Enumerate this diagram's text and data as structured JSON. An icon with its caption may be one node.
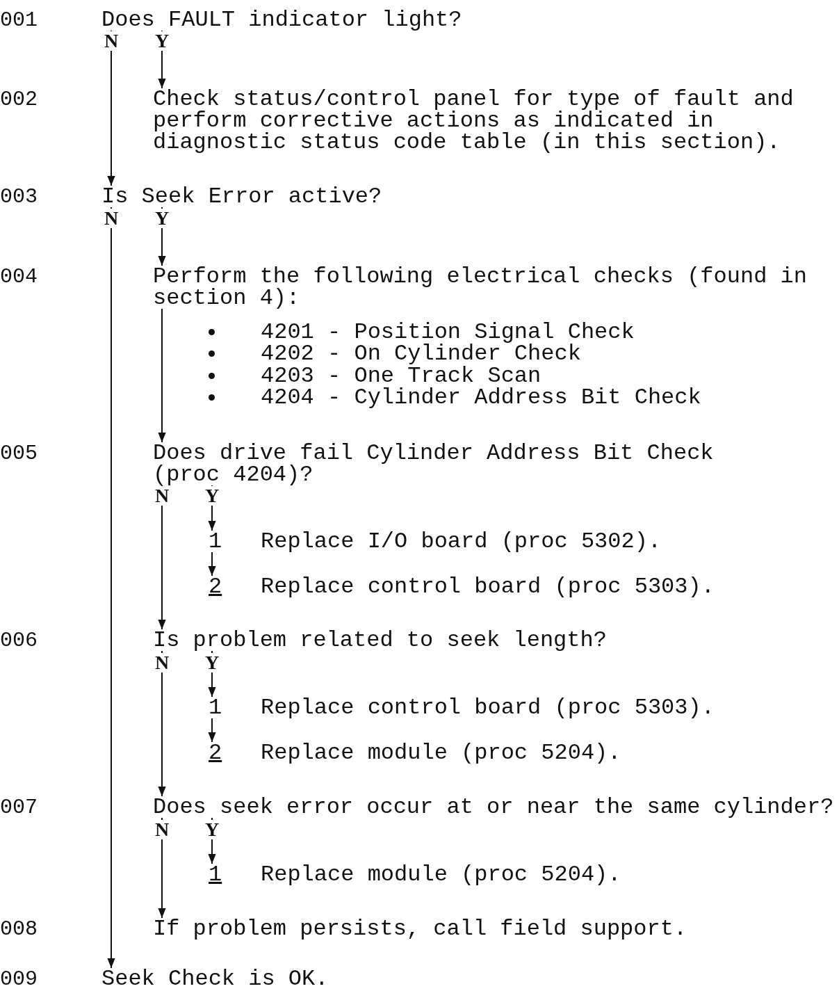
{
  "diagram": {
    "nodes": [
      {
        "text": [
          "Does FAULT indicator light?"
        ]
      },
      {
        "text": [
          "Check status/control panel for type of fault and perform corrective actions as indicated in diagnostic status code table (in this section)."
        ]
      },
      {
        "text": [
          "Is Seek Error active?"
        ]
      },
      {
        "text": [
          "Perform the following electrical checks (found in section 4):"
        ]
      },
      {
        "text": [
          "Does drive fail Cylinder Address Bit Check (proc 4204)?"
        ]
      },
      {
        "text": [
          "Replace I/O board (proc 5302)."
        ],
        "beside": [
          "1"
        ]
      },
      {
        "text": [
          "Replace control board (proc 5303)."
        ],
        "beside": [
          "2"
        ]
      },
      {
        "text": [
          "Is problem related to seek length?"
        ]
      },
      {
        "text": [
          "Replace control board (proc 5303)."
        ],
        "beside": [
          "1"
        ]
      },
      {
        "text": [
          "Replace module (proc 5204)."
        ],
        "beside": [
          "2"
        ]
      },
      {
        "text": [
          "Does seek error occur at or near the same cylinder?"
        ]
      },
      {
        "text": [
          "Replace module (proc 5204)."
        ],
        "beside": [
          "1"
        ]
      },
      {
        "text": [
          "If problem persists, call field support."
        ]
      },
      {
        "text": [
          "Seek Check is OK."
        ]
      }
    ],
    "edges": [
      {
        "from": 0,
        "to": 2,
        "arrow": "to",
        "label": "N"
      },
      {
        "from": 0,
        "to": 1,
        "arrow": "to",
        "label": "Y"
      },
      {
        "from": 2,
        "to": 13,
        "arrow": "to",
        "label": "N"
      },
      {
        "from": 2,
        "to": 3,
        "arrow": "to",
        "label": "Y"
      },
      {
        "from": 3,
        "to": 4,
        "arrow": "to"
      },
      {
        "from": 4,
        "to": 7,
        "arrow": "to",
        "label": "N"
      },
      {
        "from": 4,
        "to": 5,
        "arrow": "to",
        "label": "Y"
      },
      {
        "from": 5,
        "to": 6,
        "arrow": "to"
      },
      {
        "from": 7,
        "to": 10,
        "arrow": "to",
        "label": "N"
      },
      {
        "from": 7,
        "to": 8,
        "arrow": "to",
        "label": "Y"
      },
      {
        "from": 8,
        "to": 9,
        "arrow": "to"
      },
      {
        "from": 10,
        "to": 12,
        "arrow": "to",
        "label": "N"
      },
      {
        "from": 10,
        "to": 11,
        "arrow": "to",
        "label": "Y"
      }
    ],
    "labels": [
      "001",
      "002",
      "003",
      "004",
      "4201 - Position Signal Check",
      "4202 - On Cylinder Check",
      "4203 - One Track Scan",
      "4204 - Cylinder Address Bit Check",
      "005",
      "006",
      "007",
      "008",
      "009"
    ]
  }
}
